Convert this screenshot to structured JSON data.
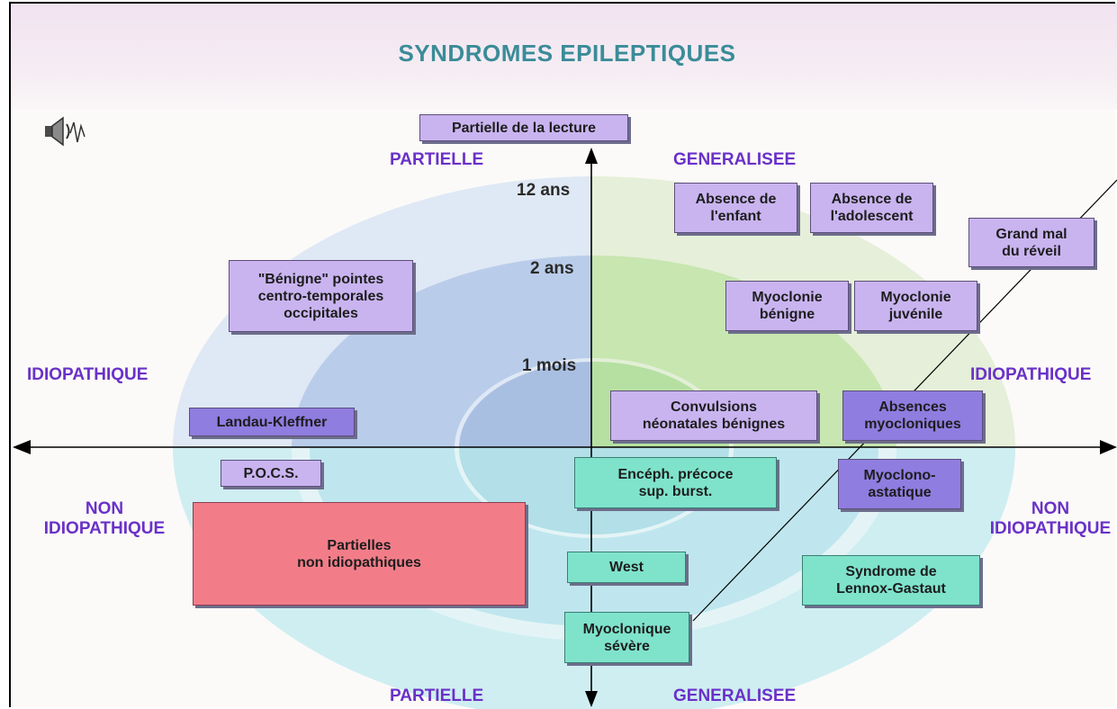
{
  "title": "SYNDROMES EPILEPTIQUES",
  "colors": {
    "title": "#3a8c98",
    "axis_labels": "#6a31c8",
    "partial_ring_outer": "#dfe8f5",
    "partial_ring_mid": "#b9cdea",
    "generalised_ring_outer": "#e6efd9",
    "generalised_ring_mid": "#c7e6b0",
    "non_idiopathic_ring": "#bfe6ee",
    "box_purple": "#c9b4f0",
    "box_dark_purple": "#8f7de0",
    "box_teal": "#7fe3cc",
    "box_red": "#f27d89"
  },
  "icons": {
    "speaker": "speaker-with-waveform-icon"
  },
  "axes": {
    "top_left": "PARTIELLE",
    "top_right": "GENERALISEE",
    "bottom_left": "PARTIELLE",
    "bottom_right": "GENERALISEE",
    "left_upper": "IDIOPATHIQUE",
    "right_upper": "IDIOPATHIQUE",
    "left_lower": "NON\nIDIOPATHIQUE",
    "right_lower": "NON\nIDIOPATHIQUE"
  },
  "age_rings": [
    "12 ans",
    "2 ans",
    "1 mois"
  ],
  "boxes": {
    "partielle_lecture": "Partielle de la lecture",
    "absence_enfant": "Absence de\nl'enfant",
    "absence_adolescent": "Absence de\nl'adolescent",
    "grand_mal": "Grand mal\ndu réveil",
    "benigne": "\"Bénigne\" pointes\ncentro-temporales\noccipitales",
    "myoclonie_benigne": "Myoclonie\nbénigne",
    "myoclonie_juvenile": "Myoclonie\njuvénile",
    "convulsions": "Convulsions\nnéonatales bénignes",
    "absences_myocloniques": "Absences\nmyocloniques",
    "landau": "Landau-Kleffner",
    "pocs": "P.O.C.S.",
    "enceph": "Encéph. précoce\nsup. burst.",
    "myoclono_astatique": "Myoclono-\nastatique",
    "partielles_non_idio": "Partielles\nnon idiopathiques",
    "west": "West",
    "lennox": "Syndrome de\nLennox-Gastaut",
    "myoclonique_severe": "Myoclonique\nsévère"
  }
}
